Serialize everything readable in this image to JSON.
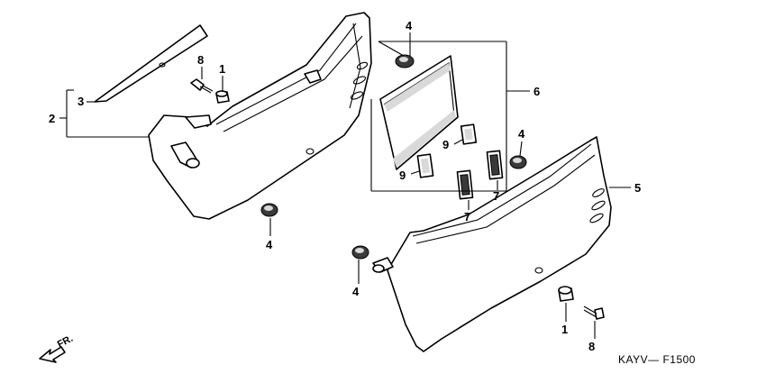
{
  "diagram": {
    "code": "KAYV— F1500",
    "direction_label": "FR.",
    "callouts": [
      {
        "id": "c1a",
        "text": "1"
      },
      {
        "id": "c1b",
        "text": "1"
      },
      {
        "id": "c2",
        "text": "2"
      },
      {
        "id": "c3",
        "text": "3"
      },
      {
        "id": "c4a",
        "text": "4"
      },
      {
        "id": "c4b",
        "text": "4"
      },
      {
        "id": "c4c",
        "text": "4"
      },
      {
        "id": "c4d",
        "text": "4"
      },
      {
        "id": "c5",
        "text": "5"
      },
      {
        "id": "c6",
        "text": "6"
      },
      {
        "id": "c7a",
        "text": "7"
      },
      {
        "id": "c7b",
        "text": "7"
      },
      {
        "id": "c8a",
        "text": "8"
      },
      {
        "id": "c8b",
        "text": "8"
      },
      {
        "id": "c9a",
        "text": "9"
      },
      {
        "id": "c9b",
        "text": "9"
      }
    ]
  }
}
